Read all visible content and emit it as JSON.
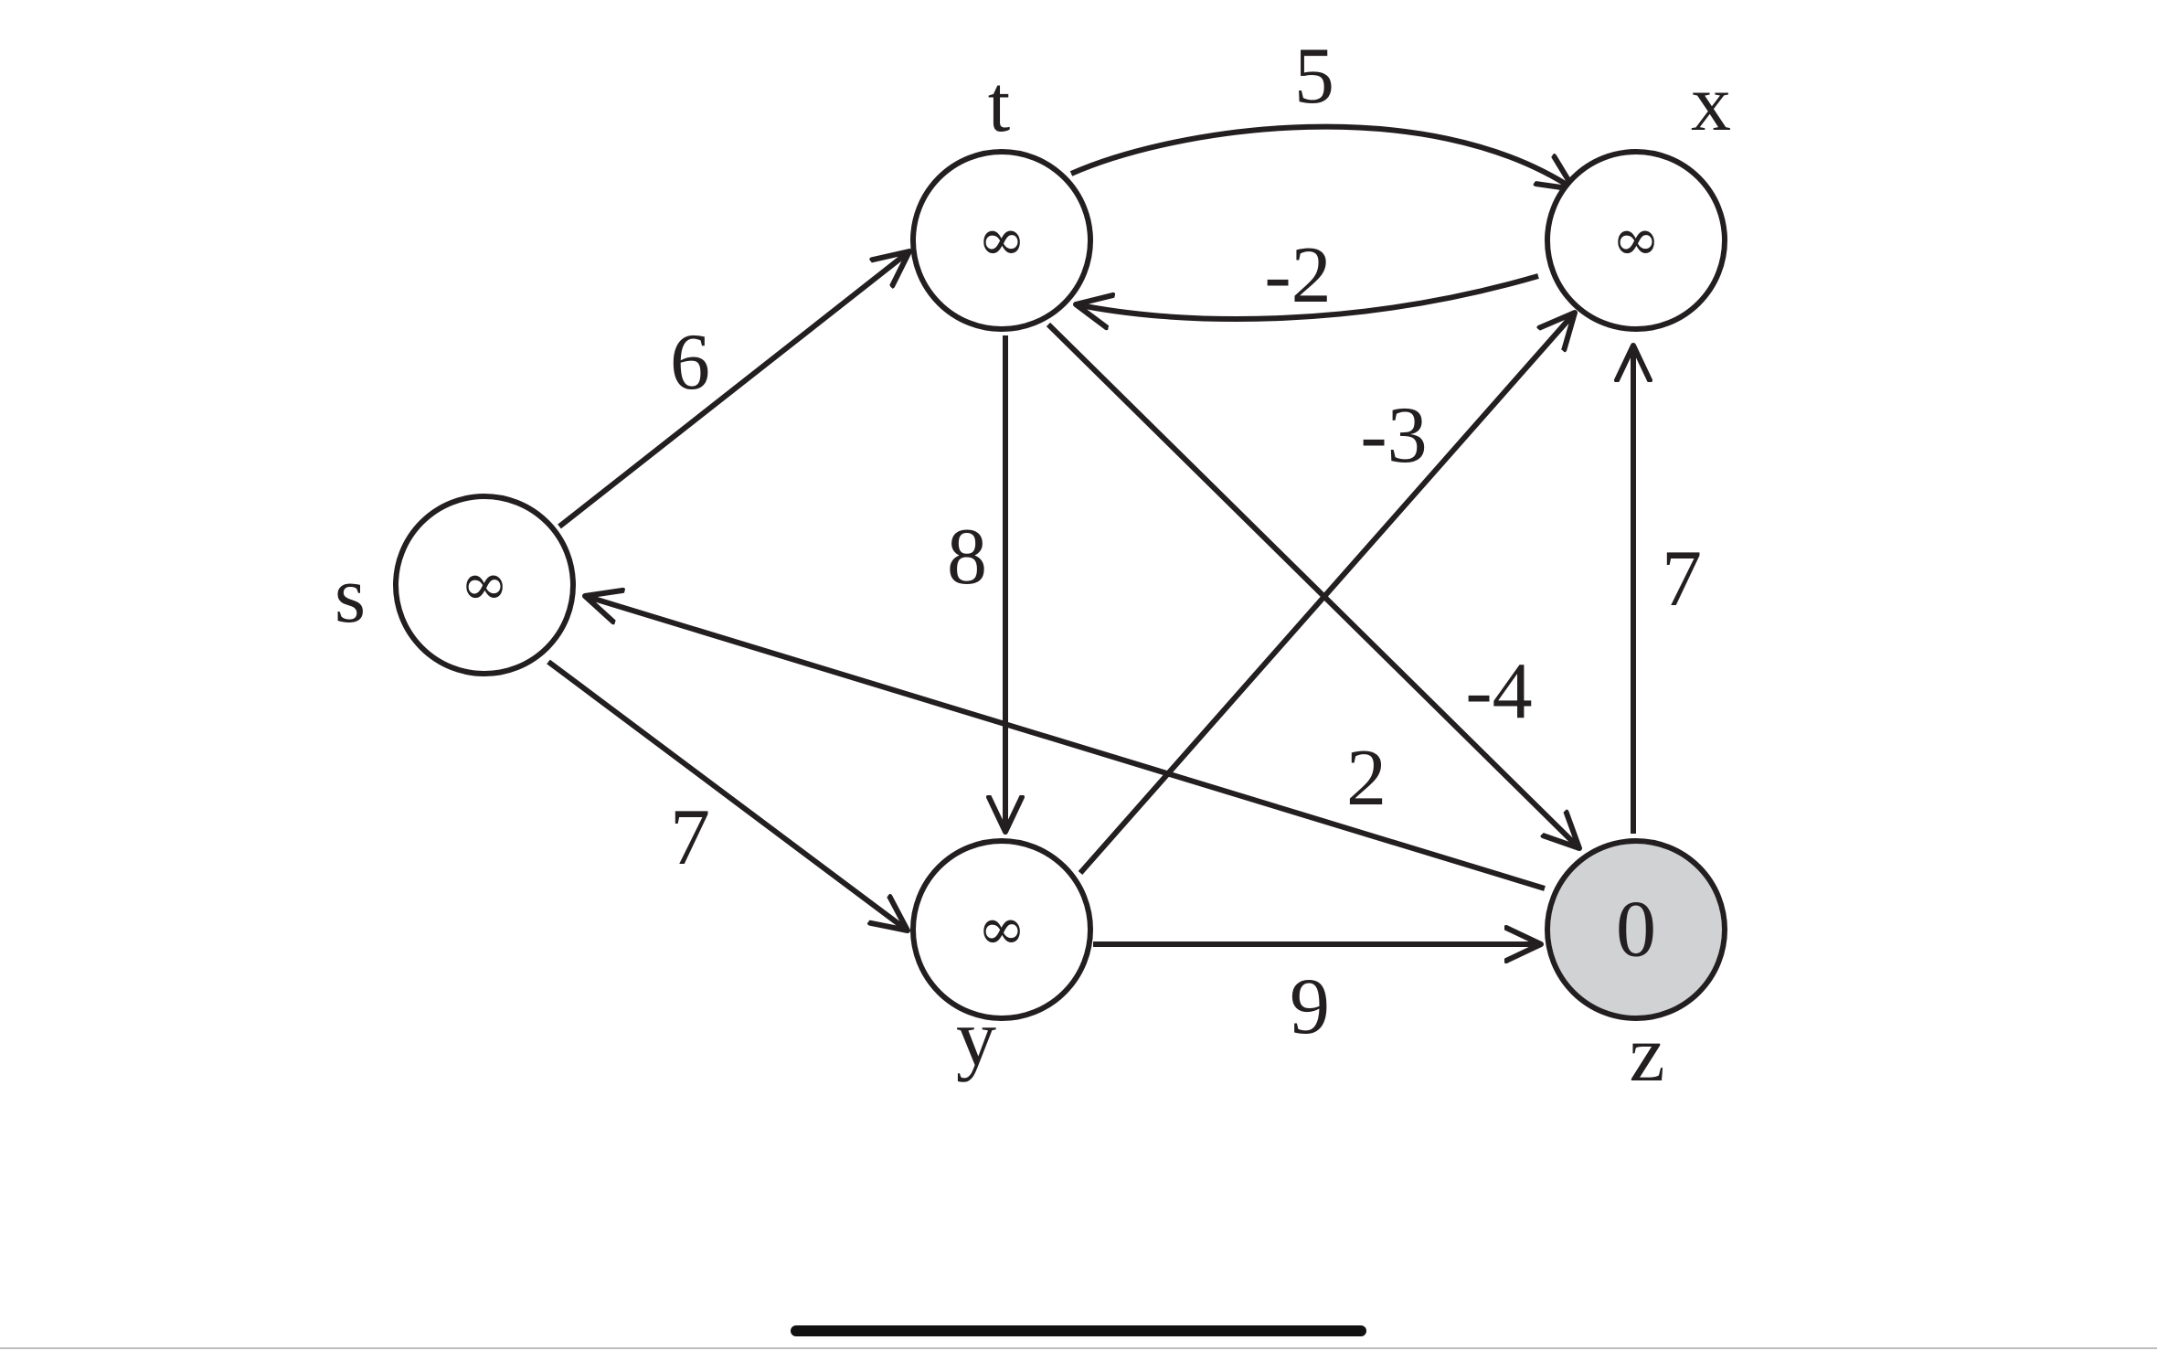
{
  "graph": {
    "nodes": [
      {
        "id": "s",
        "name": "s",
        "value": "∞",
        "fill": "#ffffff"
      },
      {
        "id": "t",
        "name": "t",
        "value": "∞",
        "fill": "#ffffff"
      },
      {
        "id": "x",
        "name": "x",
        "value": "∞",
        "fill": "#ffffff"
      },
      {
        "id": "y",
        "name": "y",
        "value": "∞",
        "fill": "#ffffff"
      },
      {
        "id": "z",
        "name": "z",
        "value": "0",
        "fill": "#d1d2d4"
      }
    ],
    "edges": [
      {
        "from": "s",
        "to": "t",
        "weight": "6"
      },
      {
        "from": "s",
        "to": "y",
        "weight": "7"
      },
      {
        "from": "t",
        "to": "x",
        "weight": "5"
      },
      {
        "from": "x",
        "to": "t",
        "weight": "-2"
      },
      {
        "from": "t",
        "to": "y",
        "weight": "8"
      },
      {
        "from": "t",
        "to": "z",
        "weight": "-4"
      },
      {
        "from": "y",
        "to": "x",
        "weight": "-3"
      },
      {
        "from": "y",
        "to": "z",
        "weight": "9"
      },
      {
        "from": "z",
        "to": "x",
        "weight": "7"
      },
      {
        "from": "z",
        "to": "s",
        "weight": "2"
      }
    ]
  },
  "colors": {
    "stroke": "#231f20",
    "source_fill": "#d1d2d4"
  }
}
